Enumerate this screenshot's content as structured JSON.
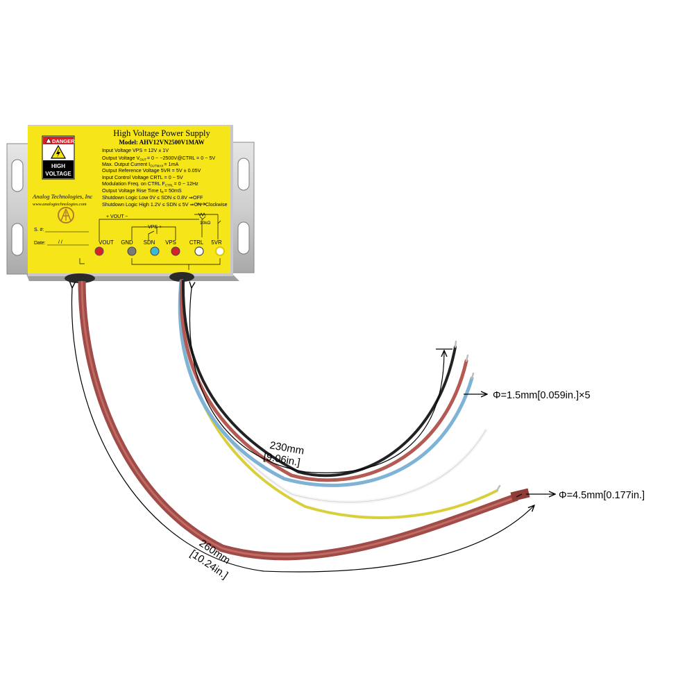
{
  "label": {
    "title": "High Voltage Power Supply",
    "model": "Model: AHV12VN2500V1MAW",
    "specs": [
      "Input Voltage VPS = 12V ± 1V",
      "Output Voltage V",
      "Max. Output Current I",
      "Output Reference Voltage 5VR = 5V ± 0.05V",
      "Input Control Voltage CRTL = 0 ~ 5V",
      "Modulation Freq. on CTRL F",
      "Output Voltage Rise Time t",
      "Shutdown Logic Low 0V ≤ SDN ≤ 0.8V",
      "Shutdown Logic High 1.2V ≤ SDN ≤ 5V"
    ],
    "spec_subs": [
      "OUT",
      "OUTMAX",
      "CTRL",
      "R"
    ],
    "spec_tails": [
      "= 0 ~ −2500V@CTRL = 0 ~ 5V",
      "= 1mA",
      "= 0 ~ 12Hz",
      "= 50mS",
      "OFF",
      "ON"
    ],
    "danger": "DANGER",
    "high": "HIGH",
    "voltage": "VOLTAGE",
    "company": "Analog Technologies, Inc",
    "website": "www.analogtechnologies.com",
    "serial": "S. #:",
    "date": "Date:",
    "date_slashes": "/        /",
    "vout_rail": "+ VOUT −",
    "vps_rail": "− VPS +",
    "clockwise": "Clockwise",
    "pot": "10kΩ",
    "pins": [
      "VOUT",
      "GND",
      "SDN",
      "VPS",
      "CTRL",
      "5VR"
    ]
  },
  "dimensions": {
    "thin_length_mm": "230mm",
    "thin_length_in": "[9.06in.]",
    "thick_length_mm": "260mm",
    "thick_length_in": "[10.24in.]",
    "thin_dia": "Φ=1.5mm[0.059in.]×5",
    "thick_dia": "Φ=4.5mm[0.177in.]"
  },
  "colors": {
    "label_yellow": "#f6e619",
    "wire_red": "#b55a52",
    "wire_blue": "#7eb3d6",
    "wire_white": "#f2f2f2",
    "wire_yellow": "#d9cf3a",
    "wire_black": "#222222",
    "thick_cable": "#a04b47",
    "danger_red": "#d2232a",
    "pin_gray": "#7a7a7a",
    "pin_cyan": "#3cb8d8",
    "pin_white": "#ffffff"
  }
}
